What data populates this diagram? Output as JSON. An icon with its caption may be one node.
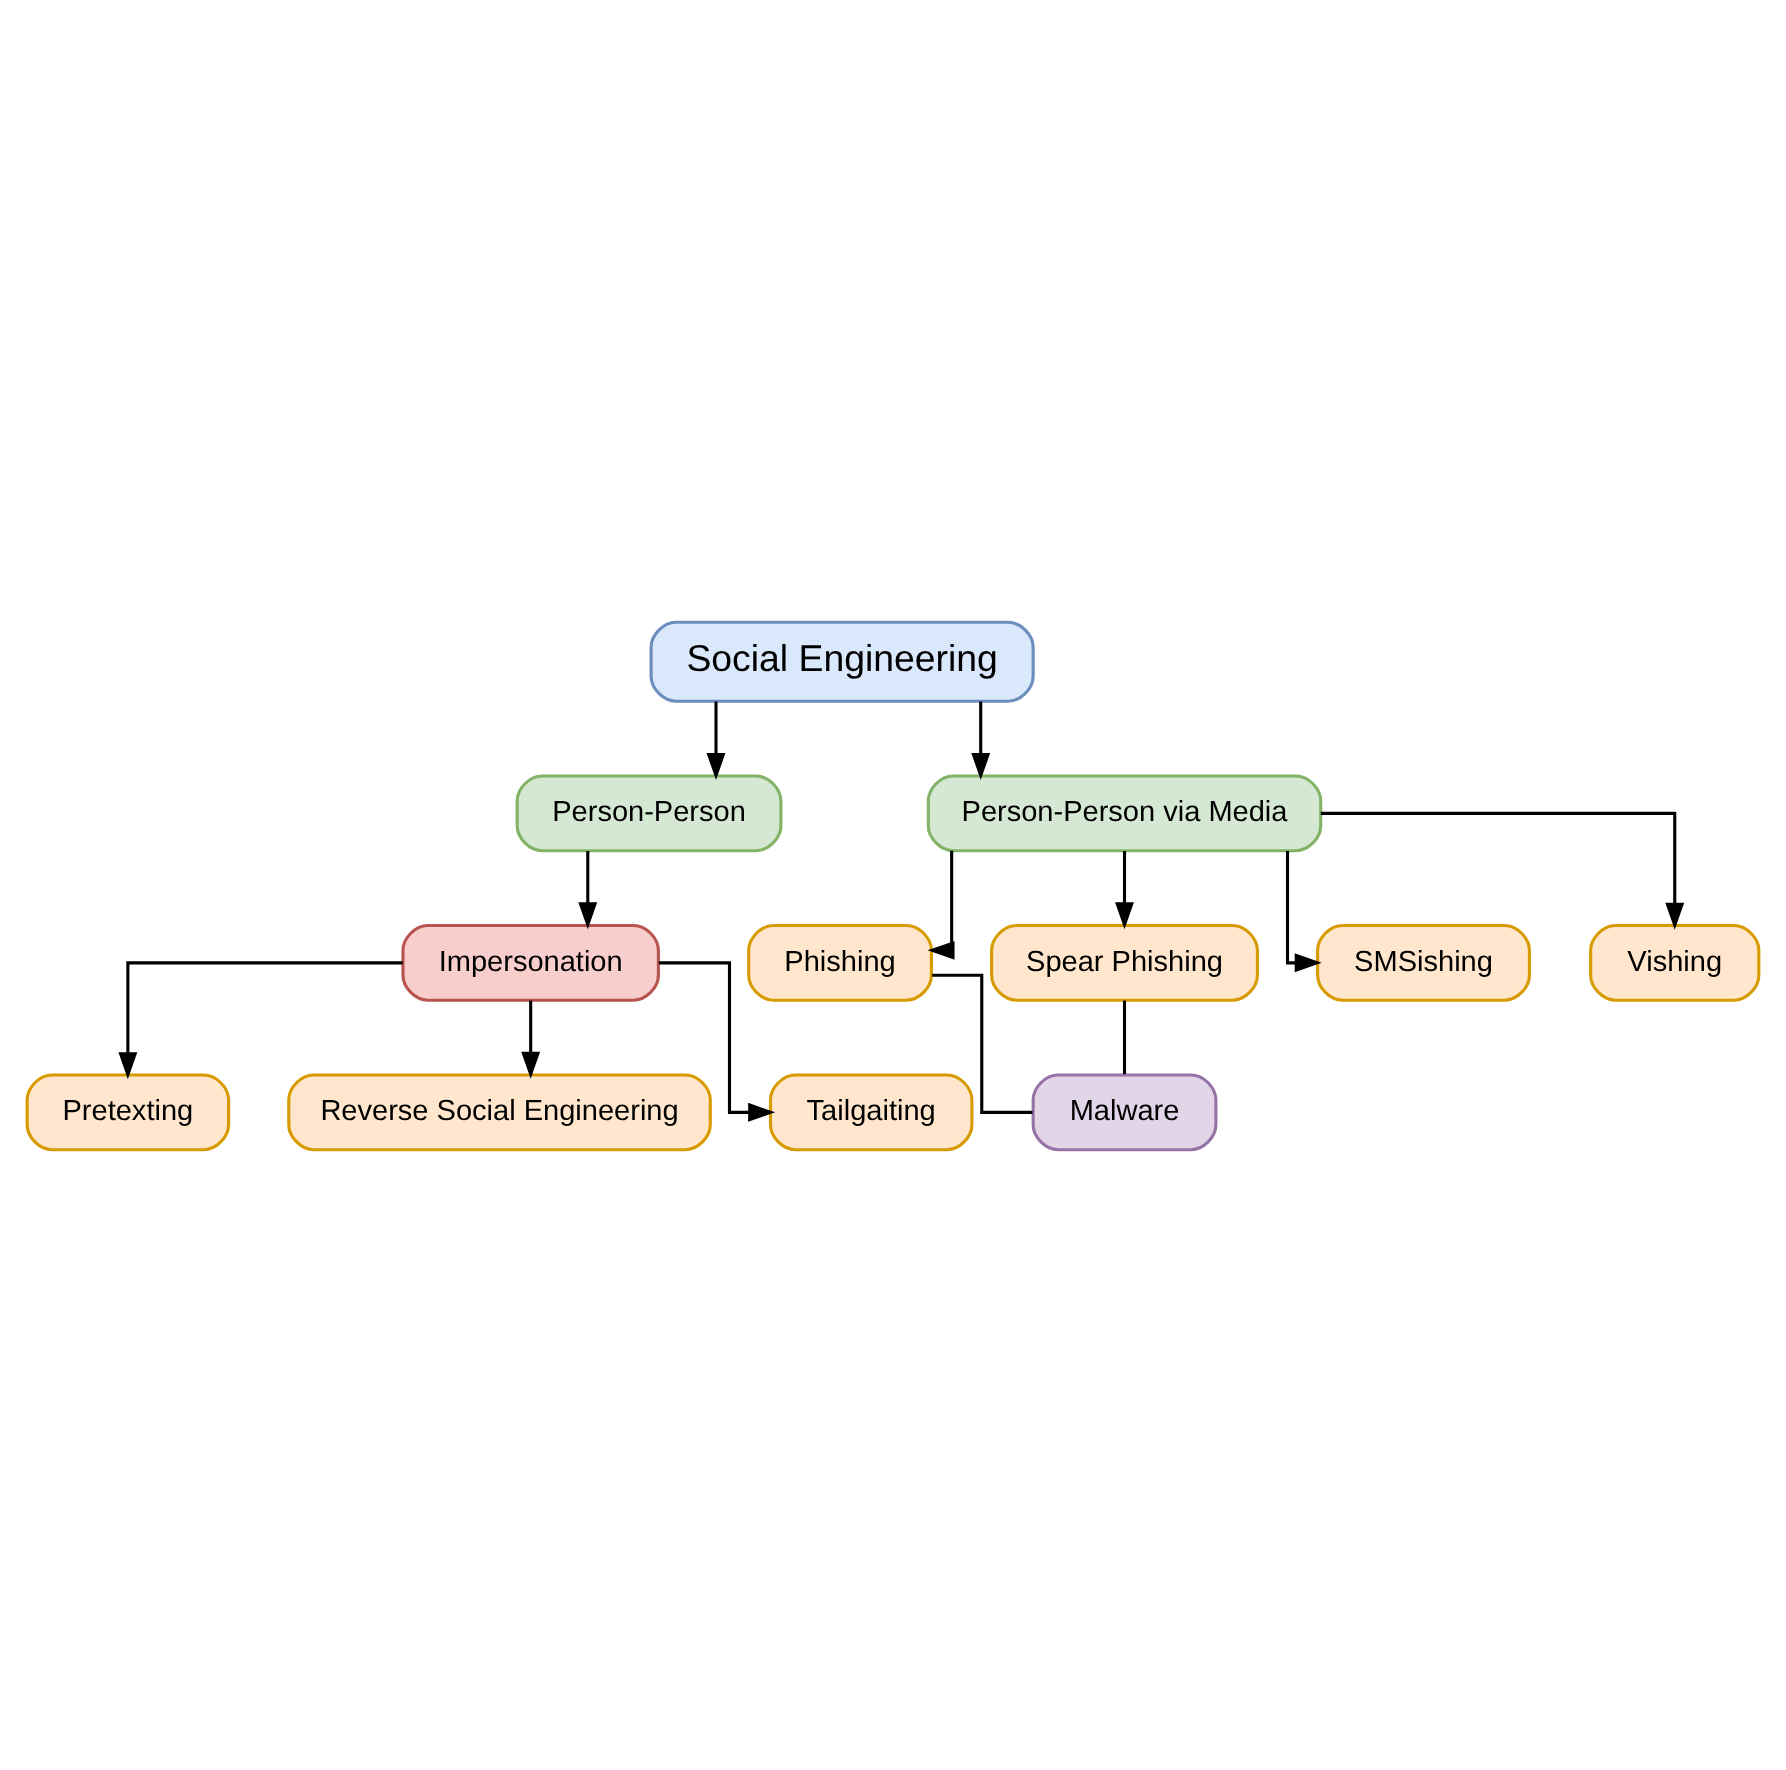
{
  "diagram": {
    "nodes": [
      {
        "text": [
          "Social Engineering"
        ]
      },
      {
        "text": [
          "Person-Person"
        ]
      },
      {
        "text": [
          "Person-Person via Media"
        ]
      },
      {
        "text": [
          "Impersonation"
        ]
      },
      {
        "text": [
          "Pretexting"
        ]
      },
      {
        "text": [
          "Reverse Social Engineering"
        ]
      },
      {
        "text": [
          "Tailgaiting"
        ]
      },
      {
        "text": [
          "Phishing"
        ]
      },
      {
        "text": [
          "Spear Phishing"
        ]
      },
      {
        "text": [
          "SMSishing"
        ]
      },
      {
        "text": [
          "Vishing"
        ]
      },
      {
        "text": [
          "Malware"
        ]
      }
    ],
    "edges": [
      {
        "from": 0,
        "to": 1,
        "arrow": "to"
      },
      {
        "from": 0,
        "to": 2,
        "arrow": "to"
      },
      {
        "from": 1,
        "to": 3,
        "arrow": "to"
      },
      {
        "from": 3,
        "to": 4,
        "arrow": "to"
      },
      {
        "from": 3,
        "to": 5,
        "arrow": "to"
      },
      {
        "from": 3,
        "to": 6,
        "arrow": "to"
      },
      {
        "from": 2,
        "to": 7,
        "arrow": "to"
      },
      {
        "from": 2,
        "to": 8,
        "arrow": "to"
      },
      {
        "from": 2,
        "to": 9,
        "arrow": "to"
      },
      {
        "from": 2,
        "to": 10,
        "arrow": "to"
      },
      {
        "from": 7,
        "to": 11,
        "arrow": "none"
      },
      {
        "from": 8,
        "to": 11,
        "arrow": "none"
      }
    ]
  }
}
